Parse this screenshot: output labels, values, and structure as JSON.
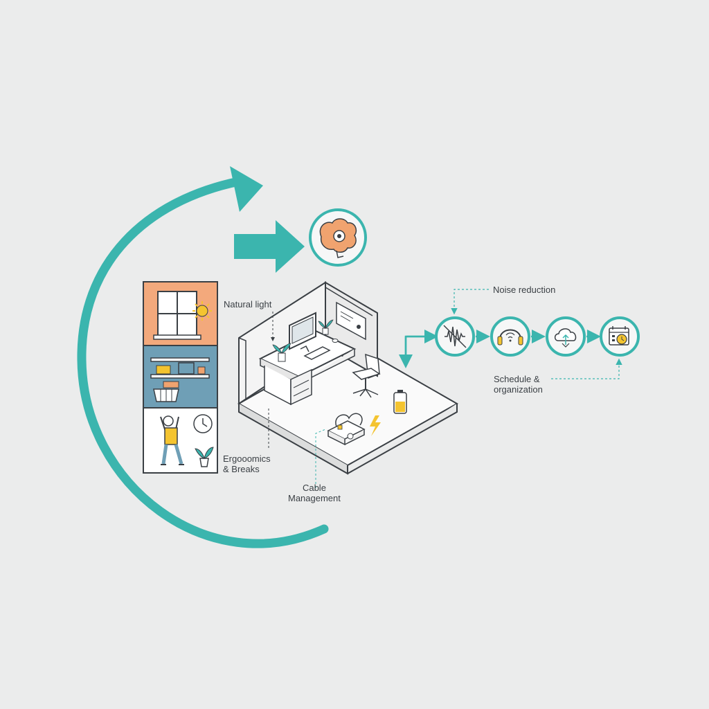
{
  "labels": {
    "natural_light": "Natural light",
    "ergonomics_line1": "Ergooomics",
    "ergonomics_line2": "& Breaks",
    "cable_line1": "Cable",
    "cable_line2": "Management",
    "noise_reduction": "Noise reduction",
    "schedule_line1": "Schedule &",
    "schedule_line2": "organization"
  },
  "colors": {
    "accent": "#3bb5ae",
    "orange_panel": "#f3a97c",
    "blue_panel": "#6f9fb6",
    "yellow": "#f4c430",
    "line": "#3a3f44"
  },
  "icons": [
    "brain-gear-icon",
    "noise-off-icon",
    "headphones-icon",
    "cloud-sync-icon",
    "calendar-clock-icon",
    "lightning-icon",
    "battery-icon"
  ]
}
